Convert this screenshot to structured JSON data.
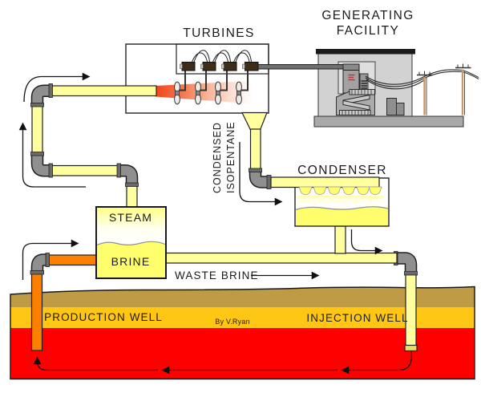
{
  "labels": {
    "turbines": "TURBINES",
    "generating_facility": {
      "line1": "GENERATING",
      "line2": "FACILITY"
    },
    "condenser": "CONDENSER",
    "condensed_isopentane": {
      "line1": "CONDENSED",
      "line2": "ISOPENTANE"
    },
    "steam": "STEAM",
    "brine": "BRINE",
    "waste_brine": "WASTE BRINE",
    "production_well": "PRODUCTION WELL",
    "injection_well": "INJECTION WELL",
    "credit": "By V.Ryan"
  },
  "colors": {
    "pipe_yellow": "#FFFF9E",
    "liquid_yellow": "#FFFF6E",
    "hot_brine_orange": "#FC7F00",
    "steam_spray_orange": "#F3441B",
    "metal_gray": "#8F8F8F",
    "ground_topsoil_brown": "#BE9B44",
    "ground_rock_gold": "#FFC613",
    "ground_magma_red": "#FE0000",
    "building_wall_gray": "#D2D2D2",
    "roof_black": "#1A1A1A"
  }
}
